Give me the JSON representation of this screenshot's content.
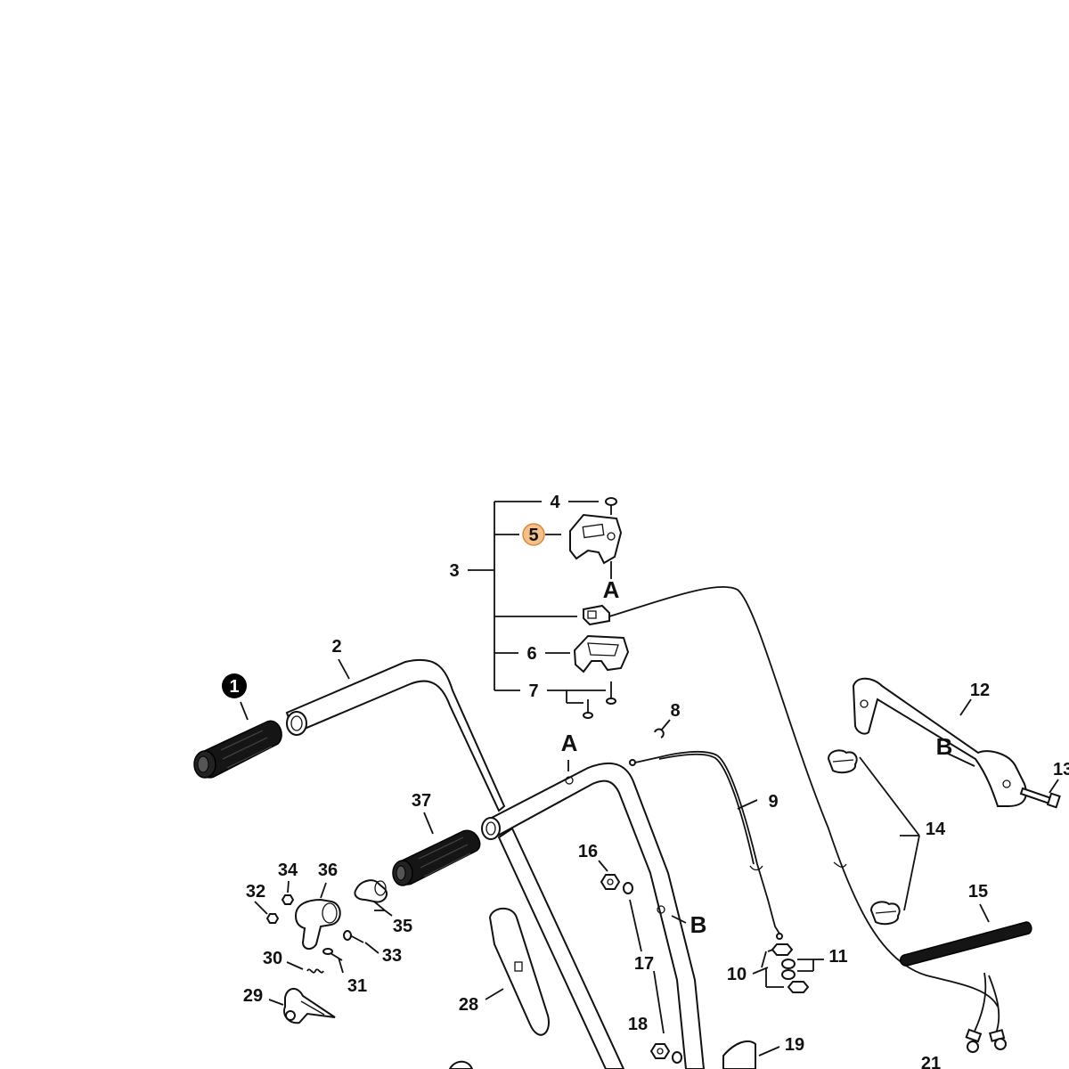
{
  "callouts": {
    "c1": "1",
    "c2": "2",
    "c3": "3",
    "c4": "4",
    "c5": "5",
    "c6": "6",
    "c7": "7",
    "c8": "8",
    "c9": "9",
    "c10": "10",
    "c11": "11",
    "c12": "12",
    "c13": "13",
    "c14": "14",
    "c15": "15",
    "c16": "16",
    "c17": "17",
    "c18": "18",
    "c19": "19",
    "c21": "21",
    "c28": "28",
    "c29": "29",
    "c30": "30",
    "c31": "31",
    "c32": "32",
    "c33": "33",
    "c34": "34",
    "c35": "35",
    "c36": "36",
    "c37": "37"
  },
  "markers": {
    "a_top": "A",
    "a_handle": "A",
    "b_bracket": "B",
    "b_handle": "B"
  },
  "colors": {
    "highlight_fill": "#f3c08c",
    "highlight_stroke": "#d88a3c",
    "ink": "#111111",
    "grip": "#151515"
  }
}
